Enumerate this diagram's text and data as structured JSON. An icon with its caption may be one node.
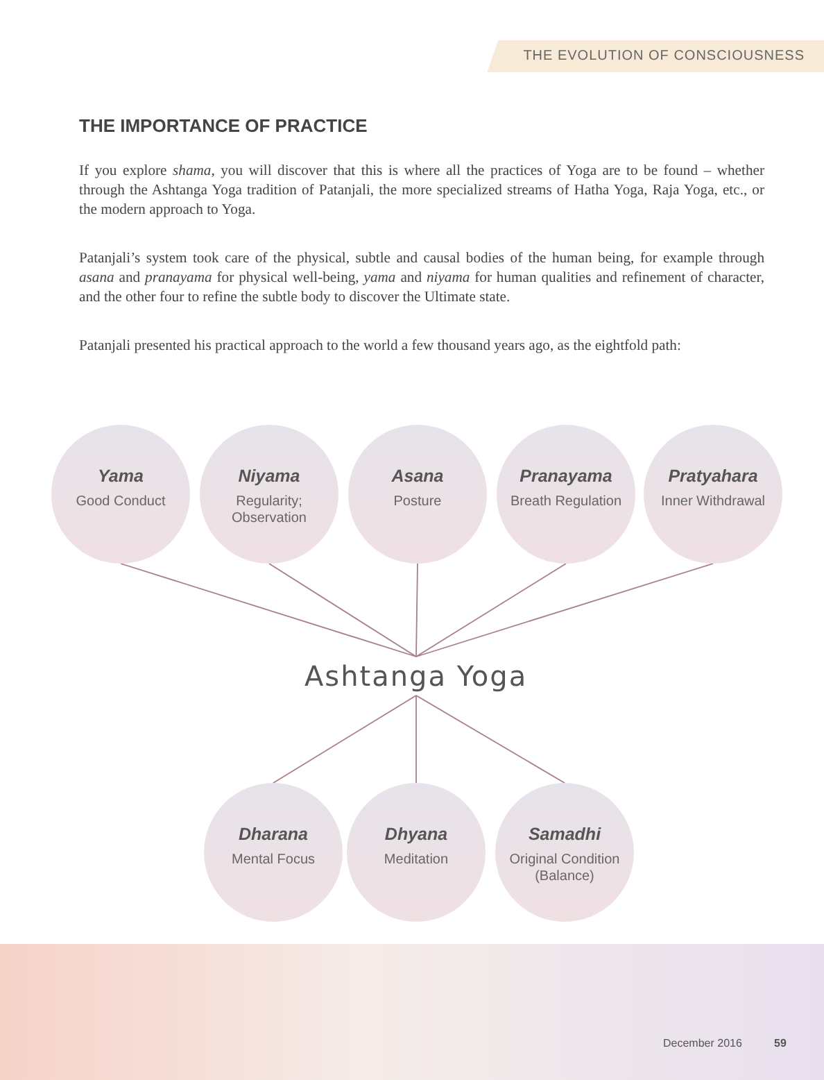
{
  "diagram": {
    "title": "THE IMPORTANCE OF PRACTICE",
    "nodes": [
      {
        "text": [
          "Yama",
          "Good Conduct"
        ]
      },
      {
        "text": [
          "Niyama",
          "Regularity; Observation"
        ]
      },
      {
        "text": [
          "Asana",
          "Posture"
        ]
      },
      {
        "text": [
          "Pranayama",
          "Breath Regulation"
        ]
      },
      {
        "text": [
          "Pratyahara",
          "Inner Withdrawal"
        ]
      },
      {
        "text": [
          "Ashtanga Yoga"
        ]
      },
      {
        "text": [
          "Dharana",
          "Mental Focus"
        ]
      },
      {
        "text": [
          "Dhyana",
          "Meditation"
        ]
      },
      {
        "text": [
          "Samadhi",
          "Original Condition (Balance)"
        ]
      }
    ],
    "edges": [
      {
        "from": 0,
        "to": 5,
        "arrow": "none"
      },
      {
        "from": 1,
        "to": 5,
        "arrow": "none"
      },
      {
        "from": 2,
        "to": 5,
        "arrow": "none"
      },
      {
        "from": 3,
        "to": 5,
        "arrow": "none"
      },
      {
        "from": 4,
        "to": 5,
        "arrow": "none"
      },
      {
        "from": 5,
        "to": 6,
        "arrow": "none"
      },
      {
        "from": 5,
        "to": 7,
        "arrow": "none"
      },
      {
        "from": 5,
        "to": 8,
        "arrow": "none"
      }
    ],
    "labels": [
      "THE EVOLUTION OF CONSCIOUSNESS",
      "If you explore *shama,* you will discover that this is where all the practices of Yoga are to be found – whether through the Ashtanga Yoga tradition of Patanjali, the more specialized streams of Hatha Yoga, Raja Yoga, etc., or the modern approach to Yoga.",
      "Patanjali’s system took care of the physical, subtle and causal bodies of the human being, for example through *asana* and *pranayama* for physical well-being, *yama* and *niyama* for human qualities and refinement of character, and the other four to refine the subtle body to discover the Ultimate state.",
      "Patanjali presented his practical approach to the world a few thousand years ago, as the eightfold path:",
      "December 2016",
      "59"
    ]
  }
}
